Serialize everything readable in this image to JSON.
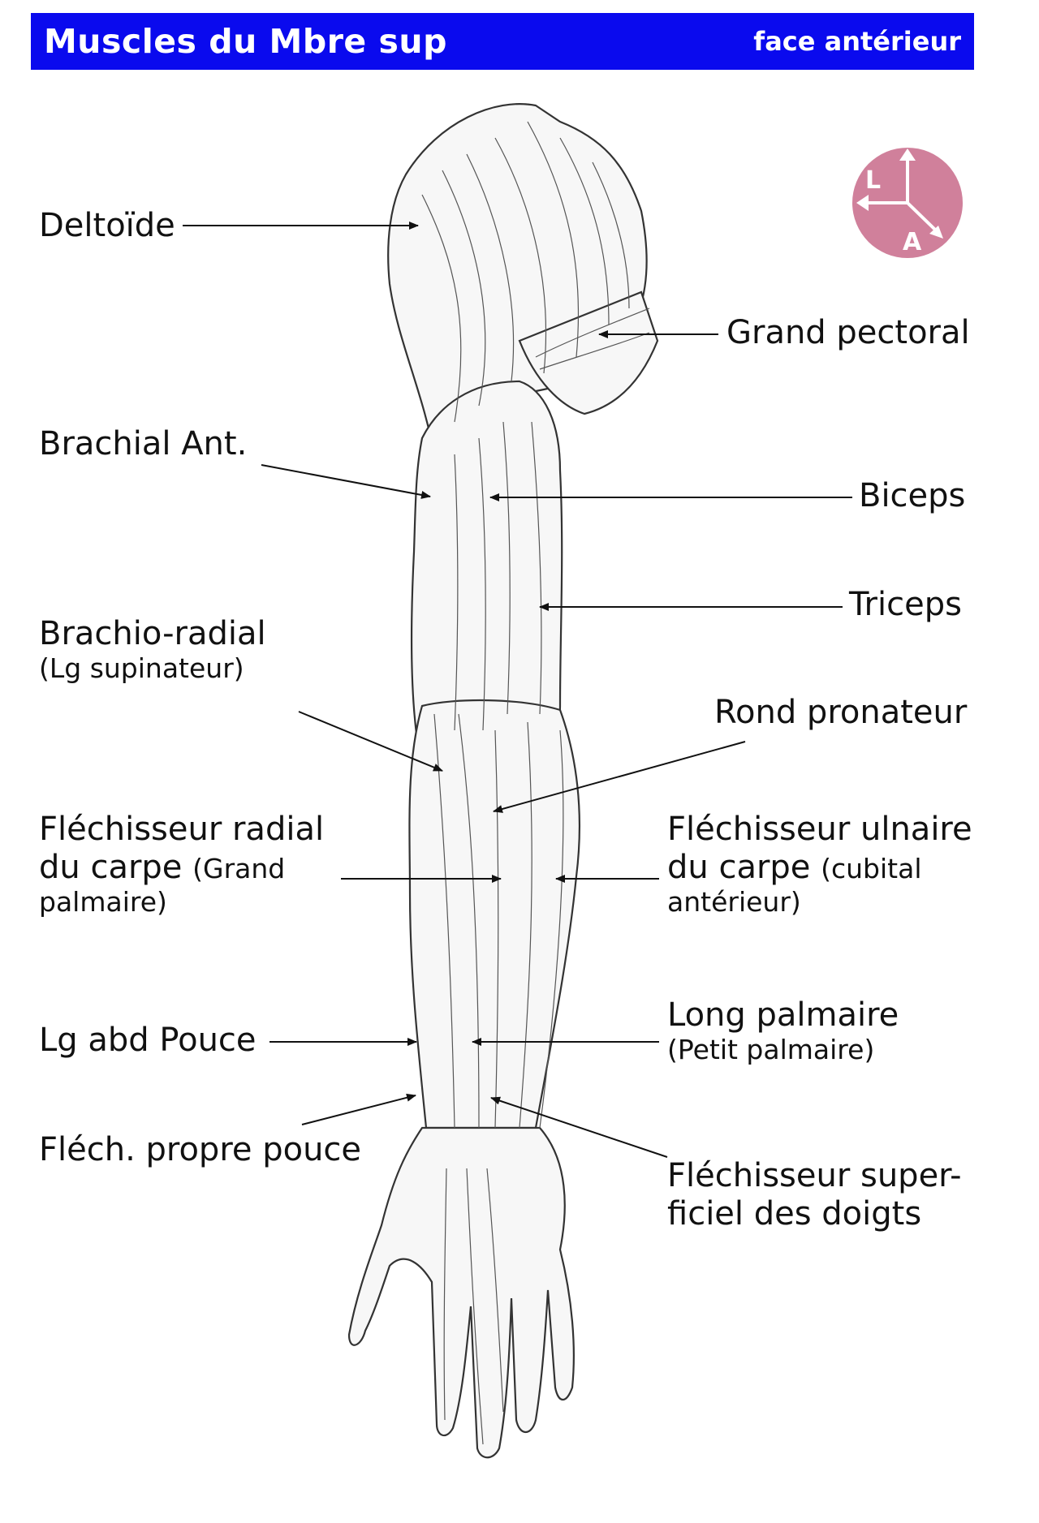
{
  "header": {
    "title": "Muscles du Mbre sup",
    "subtitle": "face antérieur"
  },
  "orientation": {
    "lateral_letter": "L",
    "anterior_letter": "A",
    "color": "#d0809b"
  },
  "labels": {
    "deltoide": "Deltoïde",
    "grand_pectoral": "Grand pectoral",
    "brachial_ant": "Brachial Ant.",
    "biceps": "Biceps",
    "triceps": "Triceps",
    "brachio_radial_l1": "Brachio-radial",
    "brachio_radial_l2": "(Lg supinateur)",
    "rond_pronateur": "Rond pronateur",
    "flechisseur_radial_l1": "Fléchisseur radial",
    "flechisseur_radial_l2a": "du carpe",
    "flechisseur_radial_l2b": "(Grand",
    "flechisseur_radial_l3": "palmaire)",
    "flechisseur_ulnaire_l1": "Fléchisseur ulnaire",
    "flechisseur_ulnaire_l2a": "du carpe",
    "flechisseur_ulnaire_l2b": "(cubital",
    "flechisseur_ulnaire_l3": "antérieur)",
    "lg_abd_pouce": "Lg abd Pouce",
    "long_palmaire_l1": "Long palmaire",
    "long_palmaire_l2": "(Petit palmaire)",
    "flech_propre_pouce": "Fléch. propre pouce",
    "flechisseur_super_l1": "Fléchisseur super-",
    "flechisseur_super_l2": "ficiel des doigts"
  }
}
